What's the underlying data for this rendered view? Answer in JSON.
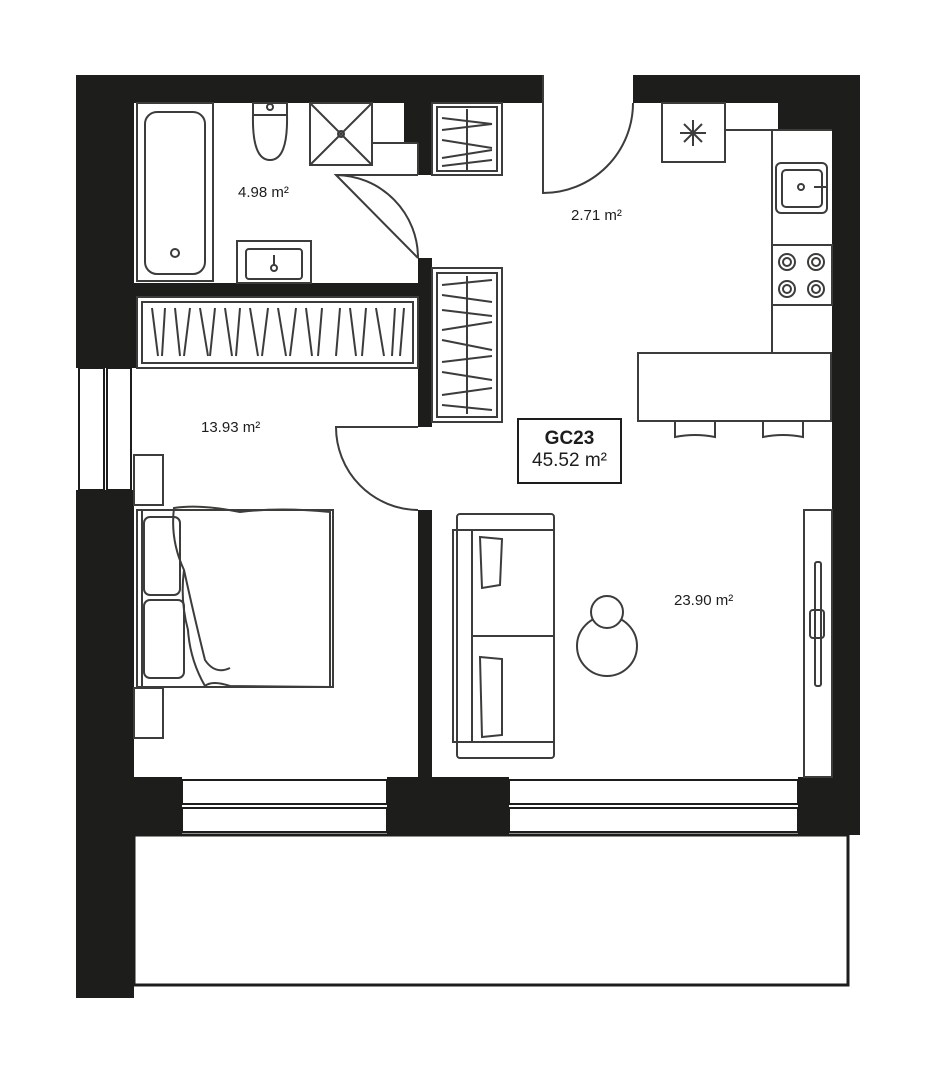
{
  "plan": {
    "unit_code": "GC23",
    "unit_area": "45.52 m²",
    "wall_color": "#1d1d1b",
    "line_color": "#3c3c3b"
  },
  "rooms": [
    {
      "name": "bathroom",
      "area": "4.98 m²"
    },
    {
      "name": "hallway",
      "area": "2.71 m²"
    },
    {
      "name": "bedroom",
      "area": "13.93 m²"
    },
    {
      "name": "living-kitchen",
      "area": "23.90 m²"
    }
  ]
}
